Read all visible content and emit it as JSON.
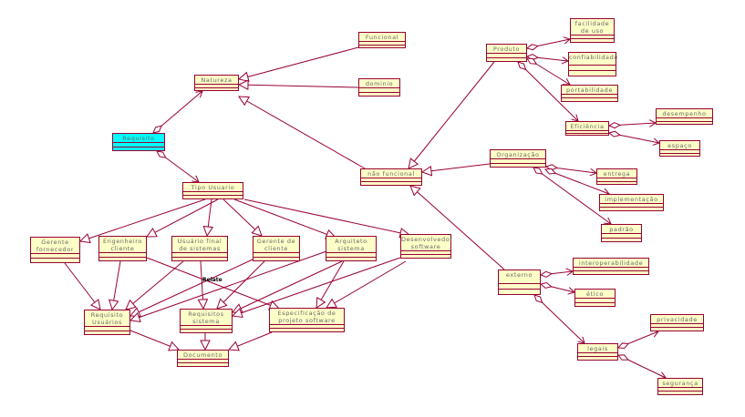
{
  "classes": {
    "funcional": "Funcional",
    "natureza": "Natureza",
    "dominio": "dominio",
    "requisito": "Requisito",
    "tipo_usuario": "Tipo Usuario",
    "nao_funcional": "não funcional",
    "produto": "Produto",
    "facilidade": "facilidade de uso",
    "confiabilidade": "confiabilidade",
    "portabilidade": "portabilidade",
    "eficiencia": "Eficiência",
    "desempenho": "desempenho",
    "espaco": "espaço",
    "organizacao": "Organização",
    "entrega": "entrega",
    "implementacao": "implementação",
    "padrao": "padrão",
    "externo": "externo",
    "interoperabilidade": "interoperabilidade",
    "etico": "ético",
    "legais": "legais",
    "privacidade": "privacidade",
    "seguranca": "segurança",
    "gerente_fornecedor": "Gerente fornecedor",
    "engenheiro_cliente": "Engenheiro cliente",
    "usuario_final": "Usuário final de sistemas",
    "gerente_cliente": "Gerente de cliente",
    "arquiteto": "Arquiteto sistema",
    "desenvolvedor": "Desenvolvedor software",
    "req_usuarios": "Requisito Usuários",
    "req_sistema": "Requisitos sistema",
    "especificacao": "Especificação de projeto software",
    "documento": "Documento"
  },
  "relation_label": "Relate",
  "colors": {
    "border": "#990033",
    "fill": "#ffffc8",
    "selected": "#00ffff"
  }
}
